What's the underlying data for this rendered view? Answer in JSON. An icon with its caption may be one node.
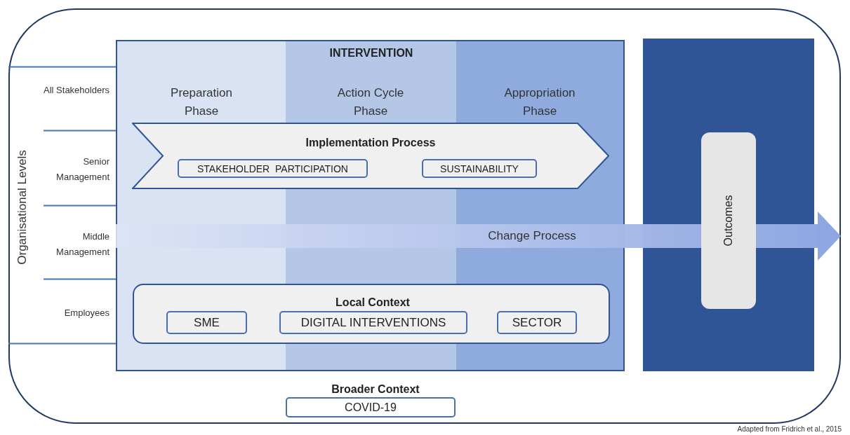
{
  "diagram": {
    "caption": "Adapted from Fridrich et al., 2015",
    "nodes": [
      {
        "text": [
          "Broader Context"
        ]
      },
      {
        "text": [
          "COVID-19"
        ],
        "in": 0
      },
      {
        "text": [
          "INTERVENTION"
        ],
        "in": 0
      },
      {
        "text": [
          "Preparation Phase"
        ],
        "in": 2
      },
      {
        "text": [
          "Action Cycle Phase"
        ],
        "in": 2
      },
      {
        "text": [
          "Appropriation Phase"
        ],
        "in": 2
      },
      {
        "text": [
          "Implementation Process"
        ],
        "in": 2
      },
      {
        "text": [
          "STAKEHOLDER  PARTICIPATION"
        ],
        "in": 6
      },
      {
        "text": [
          "SUSTAINABILITY"
        ],
        "in": 6
      },
      {
        "text": [
          "Local Context"
        ],
        "in": 2
      },
      {
        "text": [
          "SME"
        ],
        "in": 9
      },
      {
        "text": [
          "DIGITAL INTERVENTIONS"
        ],
        "in": 9
      },
      {
        "text": [
          "SECTOR"
        ],
        "in": 9
      },
      {
        "text": [],
        "shape": "box",
        "in": 0
      },
      {
        "text": [
          "Outcomes"
        ],
        "in": 13
      }
    ],
    "edges": [
      {
        "from": 2,
        "to": 14,
        "arrow": "none",
        "label": "Change Process",
        "style": "thick"
      },
      {
        "from": 14,
        "to": null,
        "arrow": "to",
        "style": "thick"
      }
    ],
    "labels": [
      "Organisational Levels",
      "All Stakeholders",
      "Senior Management",
      "Middle Management",
      "Employees"
    ]
  }
}
